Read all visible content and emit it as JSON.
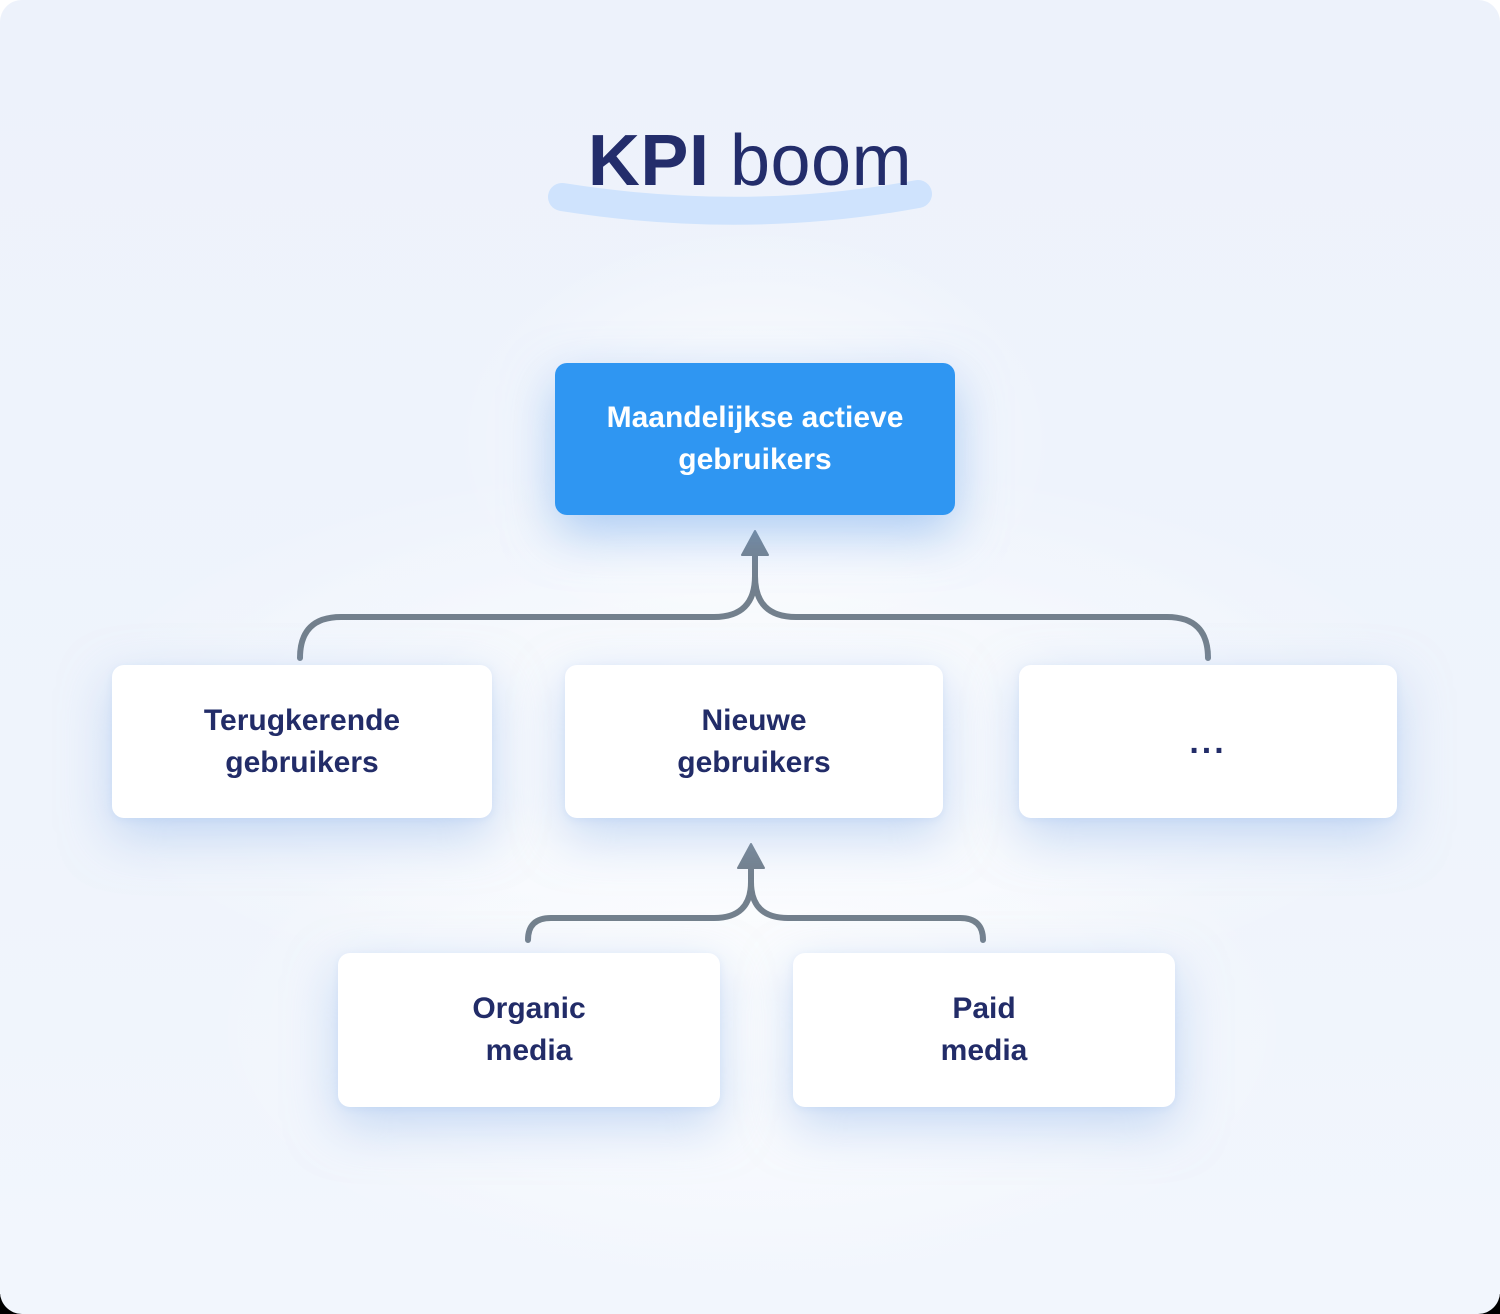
{
  "title": {
    "bold": "KPI",
    "regular": " boom"
  },
  "nodes": {
    "root": {
      "label": "Maandelijkse actieve\ngebruikers"
    },
    "returning": {
      "label": "Terugkerende\ngebruikers"
    },
    "new_users": {
      "label": "Nieuwe\ngebruikers"
    },
    "more": {
      "label": "..."
    },
    "organic": {
      "label": "Organic\nmedia"
    },
    "paid": {
      "label": "Paid\nmedia"
    }
  },
  "colors": {
    "accent_blue": "#2f96f2",
    "text_navy": "#222c68",
    "title_navy": "#232d6b",
    "connector_gray": "#73808d",
    "highlight_swoosh": "#cfe3fd",
    "card_background": "#eff4fc",
    "node_background": "#ffffff"
  }
}
